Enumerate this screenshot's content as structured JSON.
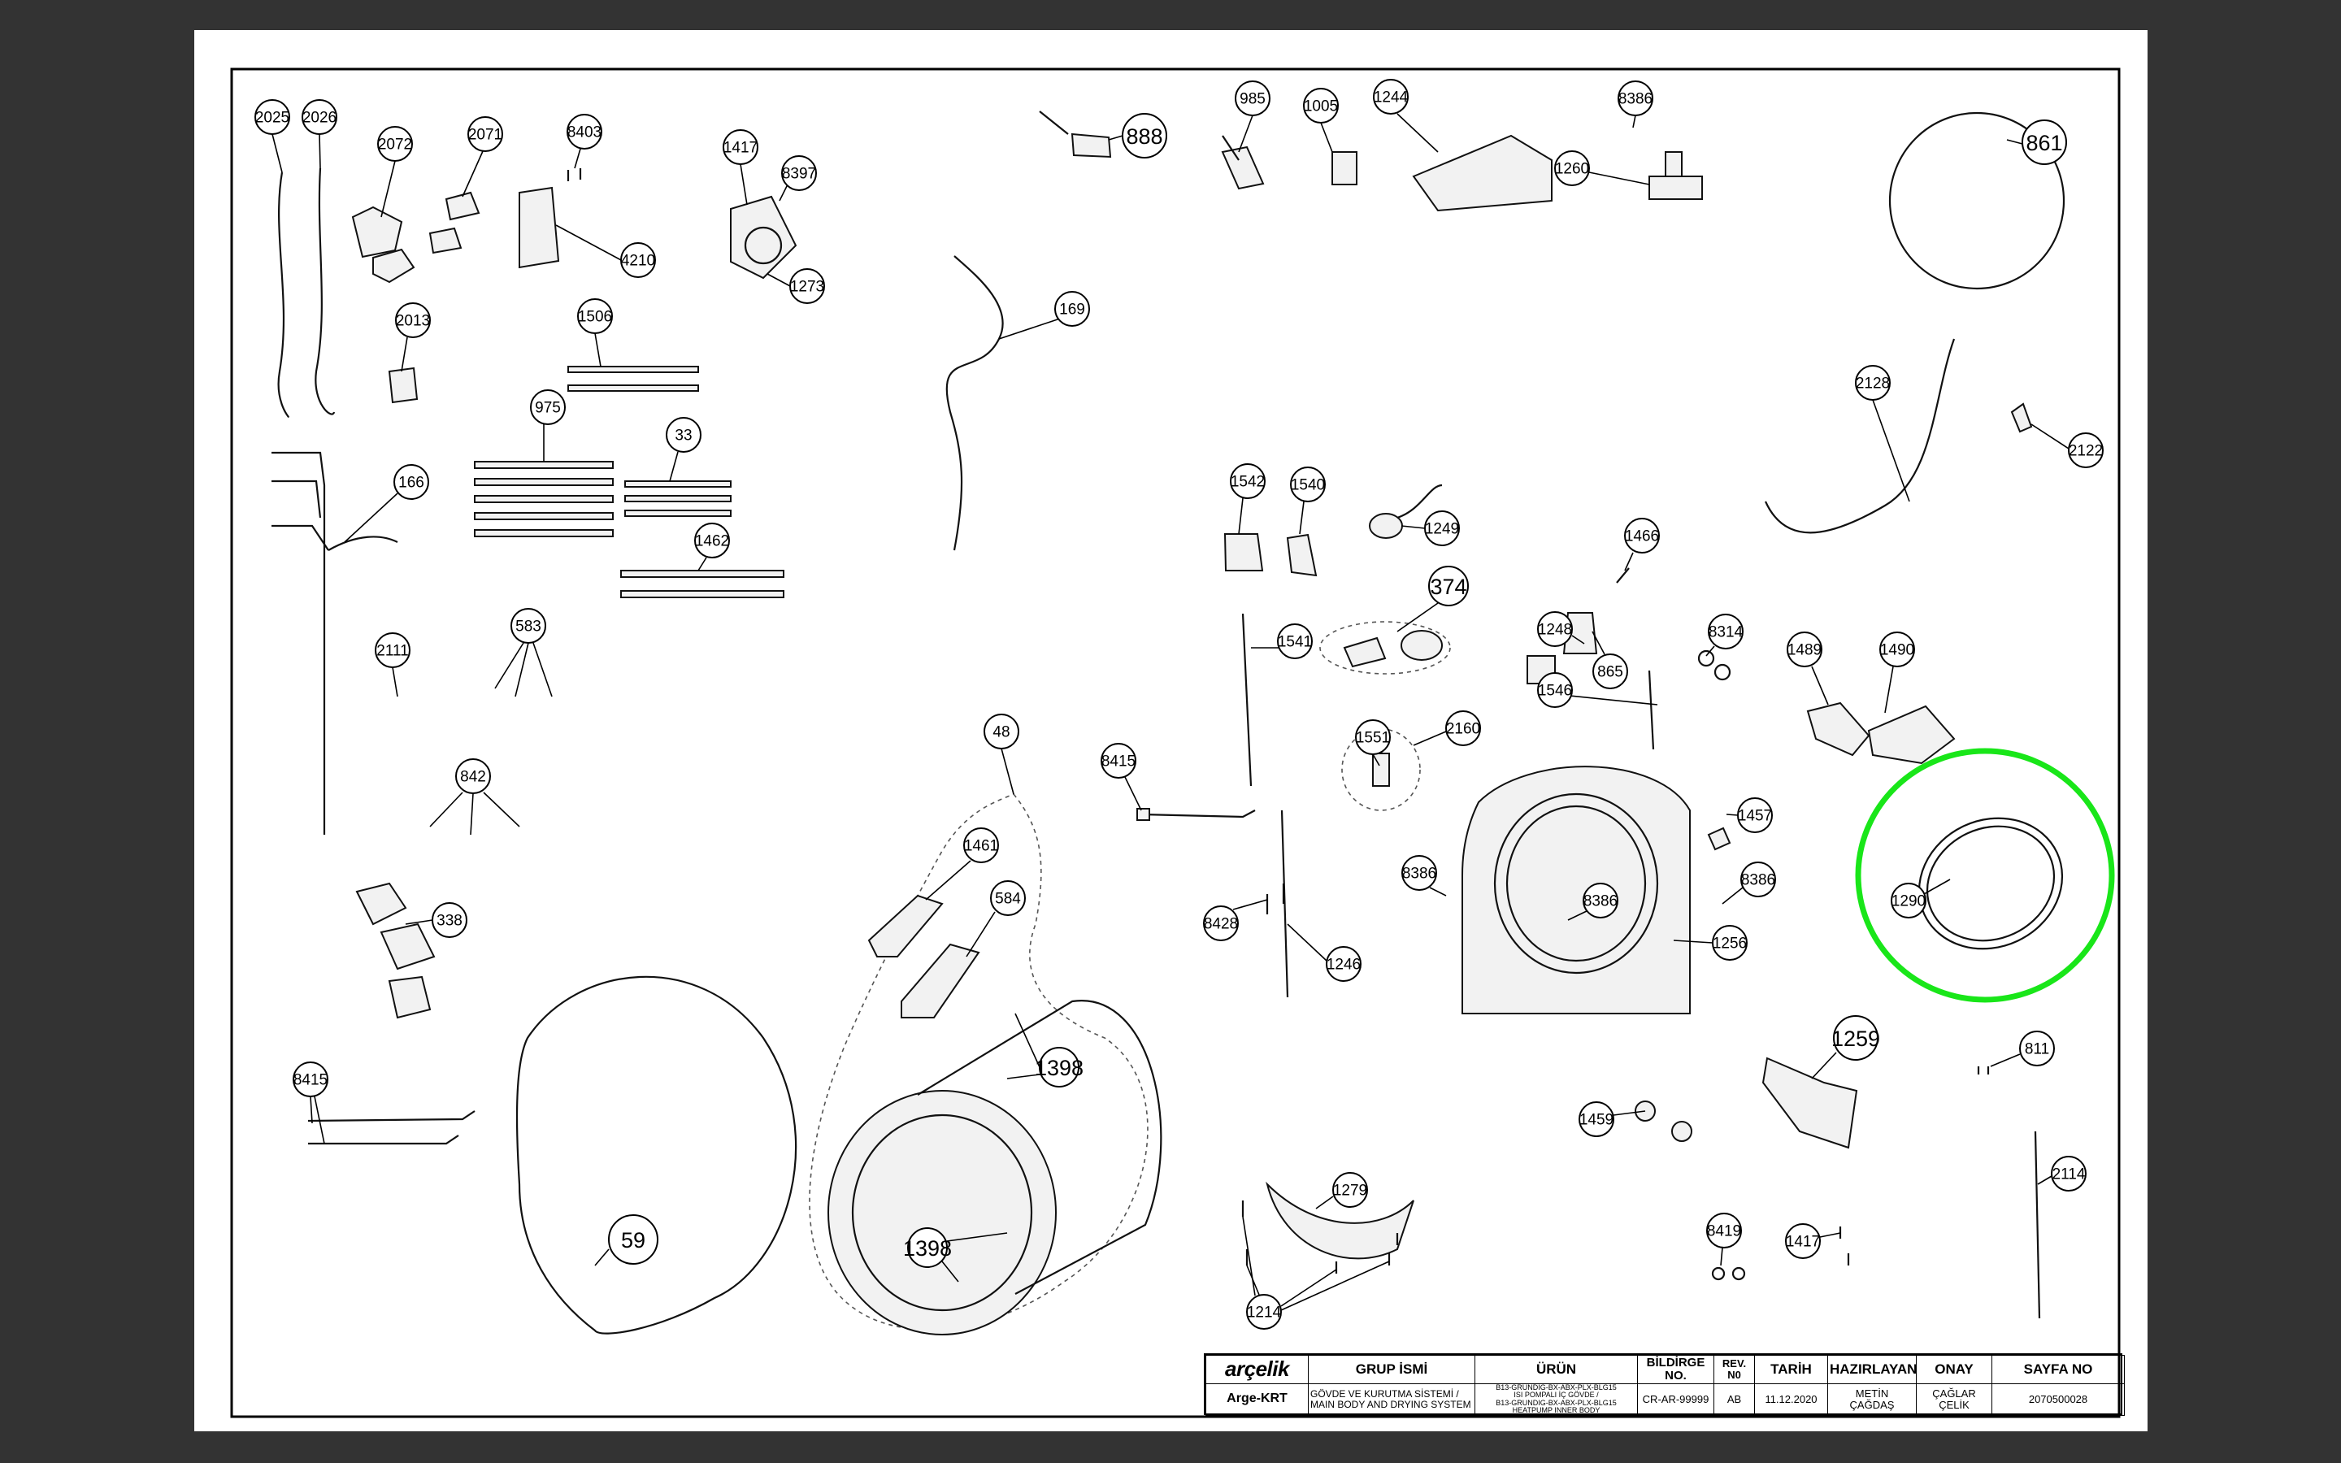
{
  "callouts": [
    {
      "id": "c2025",
      "label": "2025"
    },
    {
      "id": "c2026",
      "label": "2026"
    },
    {
      "id": "c2072",
      "label": "2072"
    },
    {
      "id": "c2071",
      "label": "2071"
    },
    {
      "id": "c8403",
      "label": "8403"
    },
    {
      "id": "c4210",
      "label": "4210"
    },
    {
      "id": "c1417a",
      "label": "1417"
    },
    {
      "id": "c8397",
      "label": "8397"
    },
    {
      "id": "c1273",
      "label": "1273"
    },
    {
      "id": "c888",
      "label": "888"
    },
    {
      "id": "c985",
      "label": "985"
    },
    {
      "id": "c1005",
      "label": "1005"
    },
    {
      "id": "c1244",
      "label": "1244"
    },
    {
      "id": "c8386a",
      "label": "8386"
    },
    {
      "id": "c1260",
      "label": "1260"
    },
    {
      "id": "c861",
      "label": "861"
    },
    {
      "id": "c2013",
      "label": "2013"
    },
    {
      "id": "c1506",
      "label": "1506"
    },
    {
      "id": "c169",
      "label": "169"
    },
    {
      "id": "c975",
      "label": "975"
    },
    {
      "id": "c33",
      "label": "33"
    },
    {
      "id": "c166",
      "label": "166"
    },
    {
      "id": "c1462",
      "label": "1462"
    },
    {
      "id": "c2128",
      "label": "2128"
    },
    {
      "id": "c2122",
      "label": "2122"
    },
    {
      "id": "c1542",
      "label": "1542"
    },
    {
      "id": "c1540",
      "label": "1540"
    },
    {
      "id": "c1249",
      "label": "1249"
    },
    {
      "id": "c374",
      "label": "374"
    },
    {
      "id": "c1466",
      "label": "1466"
    },
    {
      "id": "c583",
      "label": "583"
    },
    {
      "id": "c2111",
      "label": "2111"
    },
    {
      "id": "c1541",
      "label": "1541"
    },
    {
      "id": "c1248",
      "label": "1248"
    },
    {
      "id": "c865",
      "label": "865"
    },
    {
      "id": "c8314",
      "label": "8314"
    },
    {
      "id": "c1489",
      "label": "1489"
    },
    {
      "id": "c1490",
      "label": "1490"
    },
    {
      "id": "c1546",
      "label": "1546"
    },
    {
      "id": "c48",
      "label": "48"
    },
    {
      "id": "c1551",
      "label": "1551"
    },
    {
      "id": "c2160",
      "label": "2160"
    },
    {
      "id": "c842",
      "label": "842"
    },
    {
      "id": "c8415a",
      "label": "8415"
    },
    {
      "id": "c1457",
      "label": "1457"
    },
    {
      "id": "c1461",
      "label": "1461"
    },
    {
      "id": "c584",
      "label": "584"
    },
    {
      "id": "c8386b",
      "label": "8386"
    },
    {
      "id": "c8386c",
      "label": "8386"
    },
    {
      "id": "c8386d",
      "label": "8386"
    },
    {
      "id": "c1290",
      "label": "1290"
    },
    {
      "id": "c338",
      "label": "338"
    },
    {
      "id": "c8428",
      "label": "8428"
    },
    {
      "id": "c1256",
      "label": "1256"
    },
    {
      "id": "c1246",
      "label": "1246"
    },
    {
      "id": "c1259",
      "label": "1259"
    },
    {
      "id": "c811",
      "label": "811"
    },
    {
      "id": "c1398a",
      "label": "1398"
    },
    {
      "id": "c8415b",
      "label": "8415"
    },
    {
      "id": "c1459",
      "label": "1459"
    },
    {
      "id": "c2114",
      "label": "2114"
    },
    {
      "id": "c1279",
      "label": "1279"
    },
    {
      "id": "c8419",
      "label": "8419"
    },
    {
      "id": "c1417b",
      "label": "1417"
    },
    {
      "id": "c59",
      "label": "59"
    },
    {
      "id": "c1398b",
      "label": "1398"
    },
    {
      "id": "c1214",
      "label": "1214"
    }
  ],
  "highlight": {
    "target": "1290",
    "color": "#19e619"
  },
  "title_block": {
    "logo": "arçelik",
    "dept": "Arge-KRT",
    "headers": {
      "group": "GRUP İSMİ",
      "product": "ÜRÜN",
      "notice": "BİLDİRGE NO.",
      "rev": "REV. N0",
      "date": "TARİH",
      "prepared": "HAZIRLAYAN",
      "approve": "ONAY",
      "page": "SAYFA NO"
    },
    "values": {
      "group_line1": "GÖVDE VE KURUTMA SİSTEMİ /",
      "group_line2": "MAIN BODY AND DRYING SYSTEM",
      "product_line1": "B13-GRUNDIG-BX-ABX-PLX-BLG15",
      "product_line2": "ISI POMPALI İÇ GÖVDE /",
      "product_line3": "B13-GRUNDIG-BX-ABX-PLX-BLG15",
      "product_line4": "HEATPUMP INNER BODY",
      "notice": "CR-AR-99999",
      "rev": "AB",
      "date": "11.12.2020",
      "prepared_line1": "METİN",
      "prepared_line2": "ÇAĞDAŞ",
      "approve_line1": "ÇAĞLAR",
      "approve_line2": "ÇELİK",
      "page": "2070500028"
    }
  }
}
